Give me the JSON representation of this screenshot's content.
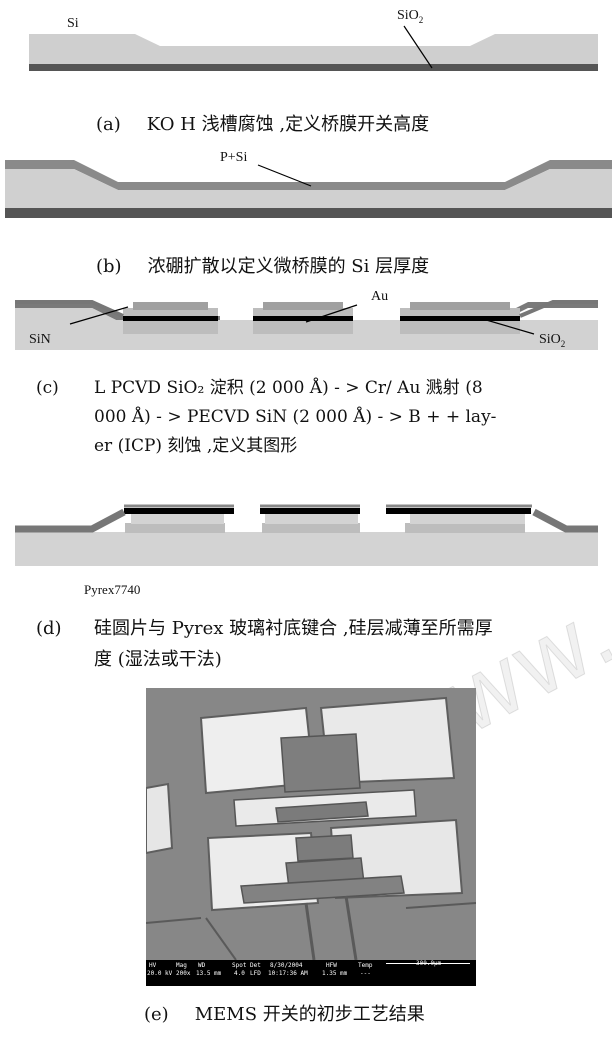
{
  "panel_a": {
    "label_si": "Si",
    "label_sio2": "SiO",
    "label_sio2_sub": "2",
    "caption_tag": "(a)",
    "caption_text": "KO H 浅槽腐蚀 ,定义桥膜开关高度"
  },
  "panel_b": {
    "label_psi": "P+Si",
    "caption_tag": "(b)",
    "caption_text": "浓硼扩散以定义微桥膜的 Si 层厚度"
  },
  "panel_c": {
    "label_au": "Au",
    "label_sin": "SiN",
    "label_sio2": "SiO",
    "label_sio2_sub": "2",
    "caption_tag": "(c)",
    "caption_line1": "L PCVD SiO₂ 淀积 (2 000 Å) - > Cr/ Au 溅射 (8",
    "caption_line2": "000 Å) - > PECVD SiN (2 000 Å) - > B + + lay-",
    "caption_line3": "er (ICP) 刻蚀 ,定义其图形"
  },
  "panel_d": {
    "label_pyrex": "Pyrex7740",
    "caption_tag": "(d)",
    "caption_line1": "硅圆片与 Pyrex 玻璃衬底键合 ,硅层减薄至所需厚",
    "caption_line2": "度 (湿法或干法)"
  },
  "panel_e": {
    "sem_info": {
      "hv": "HV",
      "hv_val": "20.0 kV",
      "mag": "Mag",
      "mag_val": "200x",
      "wd": "WD",
      "wd_val": "13.5 mm",
      "spot": "Spot",
      "spot_val": "4.0",
      "det": "Det",
      "det_val": "LFD",
      "date": "8/30/2004",
      "time": "10:17:36 AM",
      "hfw": "HFW",
      "hfw_val": "1.35 mm",
      "temp": "Temp",
      "temp_val": "---",
      "scale": "300.0µm"
    },
    "caption_tag": "(e)",
    "caption_text": "MEMS 开关的初步工艺结果"
  },
  "watermark": "www.c"
}
